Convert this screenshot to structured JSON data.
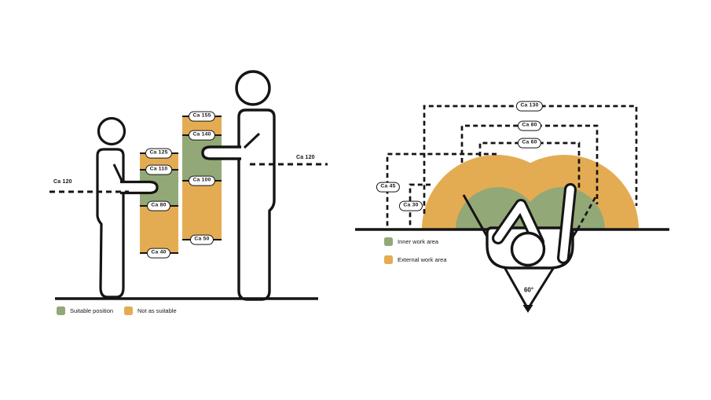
{
  "left_panel": {
    "short_bar_labels": [
      "Ca 125",
      "Ca 110",
      "Ca 80",
      "Ca 40"
    ],
    "tall_bar_labels": [
      "Ca 155",
      "Ca 140",
      "Ca 100",
      "Ca 50"
    ],
    "short_person_height_line": "Ca 120",
    "tall_person_height_line": "Ca 120",
    "legend": [
      {
        "label": "Suitable position",
        "color": "#93A877"
      },
      {
        "label": "Not as suitable",
        "color": "#E4AC52"
      }
    ]
  },
  "right_panel": {
    "width_dimensions": [
      "Ca 130",
      "Ca 80",
      "Ca 60"
    ],
    "depth_dimensions": [
      "Ca 45",
      "Ca 30"
    ],
    "view_angle": "60°",
    "legend": [
      {
        "label": "Inner work area",
        "color": "#93A877"
      },
      {
        "label": "External work area",
        "color": "#E4AC52"
      }
    ]
  },
  "colors": {
    "suitable_green": "#93A877",
    "not_suitable_orange": "#E4AC52",
    "ink": "#151515"
  }
}
